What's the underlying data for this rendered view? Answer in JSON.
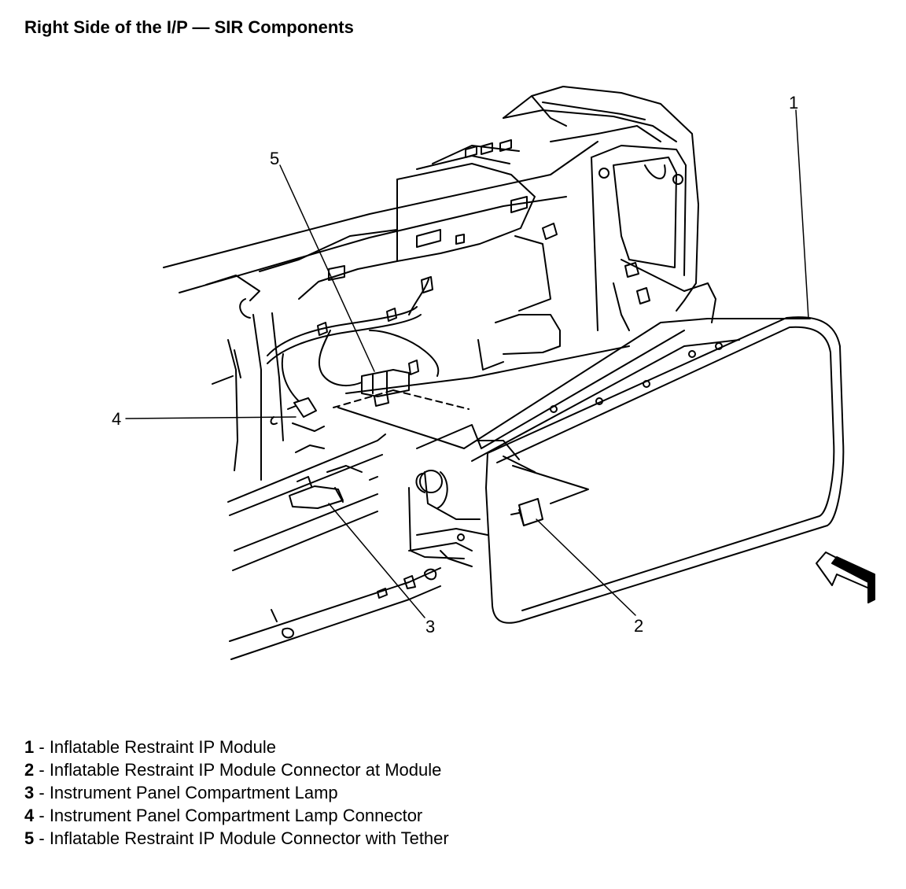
{
  "title": "Right Side of the I/P — SIR Components",
  "callouts": [
    {
      "number": "1",
      "label": "Inflatable Restraint IP Module"
    },
    {
      "number": "2",
      "label": "Inflatable Restraint IP Module Connector at Module"
    },
    {
      "number": "3",
      "label": "Instrument Panel Compartment Lamp"
    },
    {
      "number": "4",
      "label": "Instrument Panel Compartment Lamp Connector"
    },
    {
      "number": "5",
      "label": "Inflatable Restraint IP Module Connector with Tether"
    }
  ],
  "legend_separator": " - ",
  "colors": {
    "line": "#000000",
    "background": "#ffffff"
  },
  "icons": {
    "view_arrow": "view-direction-arrow-icon"
  }
}
